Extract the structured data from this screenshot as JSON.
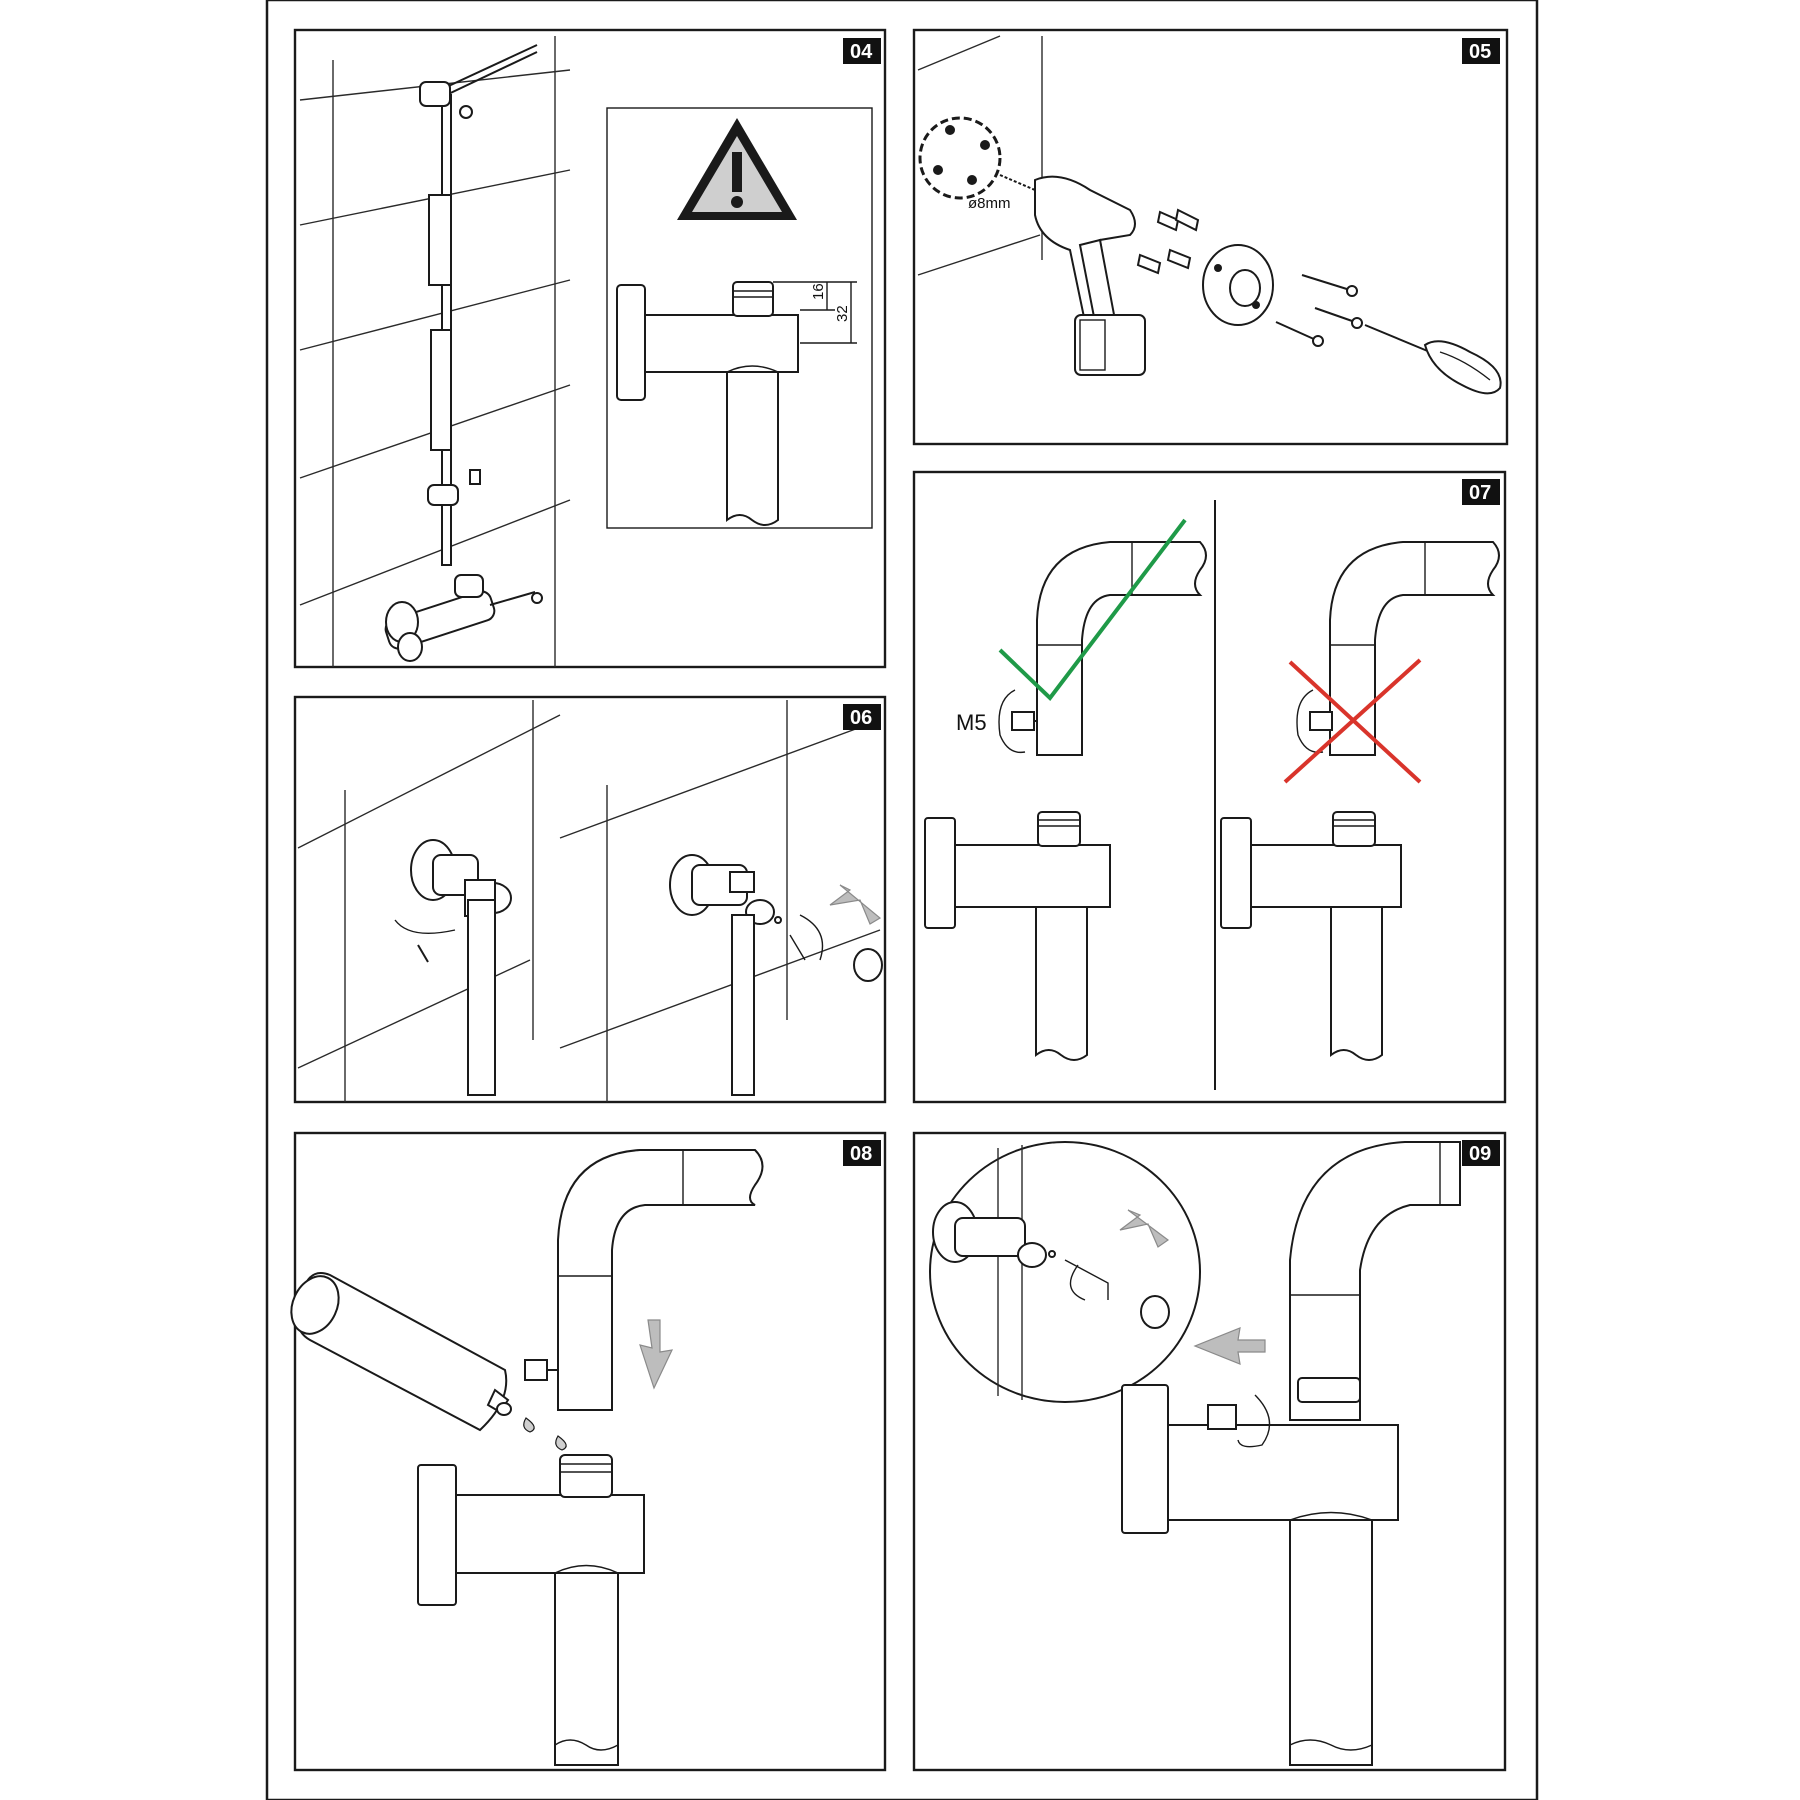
{
  "sheet": {
    "panels": [
      {
        "id": "04",
        "label": "04"
      },
      {
        "id": "05",
        "label": "05"
      },
      {
        "id": "06",
        "label": "06"
      },
      {
        "id": "07",
        "label": "07"
      },
      {
        "id": "08",
        "label": "08"
      },
      {
        "id": "09",
        "label": "09"
      }
    ]
  },
  "panel04": {
    "warning_icon": "warning-triangle-icon",
    "dimension_top": "16",
    "dimension_total": "32"
  },
  "panel05": {
    "drill_diameter": "ø8mm",
    "tools": [
      "drill-icon",
      "screwdriver-icon"
    ]
  },
  "panel07": {
    "screw_size": "M5",
    "correct_mark_color": "#1f9a48",
    "wrong_mark_color": "#d9342b"
  },
  "colors": {
    "arrow_fill": "#bdbdbd",
    "line": "#1a1a1a"
  }
}
